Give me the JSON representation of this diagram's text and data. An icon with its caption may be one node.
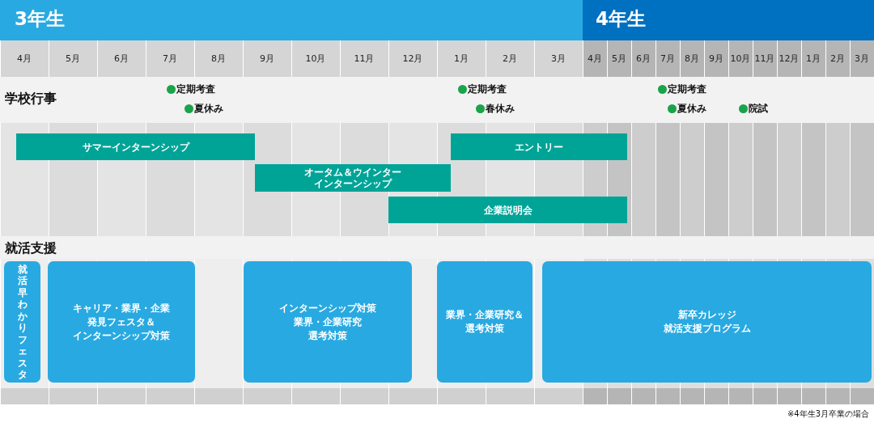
{
  "diagram": {
    "caption": "※4年生3月卒業の場合",
    "nodes": [
      {
        "text": [
          "サマーインターンシップ"
        ]
      },
      {
        "text": [
          "オータム＆ウインターインターンシップ"
        ]
      },
      {
        "text": [
          "エントリー"
        ]
      },
      {
        "text": [
          "企業説明会"
        ]
      },
      {
        "text": [
          "就活早わかりフェスタ"
        ]
      },
      {
        "text": [
          "キャリア・業界・企業発見フェスタ＆インターンシップ対策"
        ]
      },
      {
        "text": [
          "インターンシップ対策業界・企業研究選考対策"
        ]
      },
      {
        "text": [
          "業界・企業研究＆選考対策"
        ]
      },
      {
        "text": [
          "新卒カレッジ就活支援プログラム"
        ]
      }
    ],
    "edges": [],
    "labels": [
      "3年生",
      "4年生",
      "4月",
      "5月",
      "6月",
      "7月",
      "8月",
      "9月",
      "10月",
      "11月",
      "12月",
      "1月",
      "2月",
      "3月",
      "4月",
      "5月",
      "6月",
      "7月",
      "8月",
      "9月",
      "10月",
      "11月",
      "12月",
      "1月",
      "2月",
      "3月",
      "学校行事",
      "定期考査",
      "定期考査",
      "定期考査",
      "夏休み",
      "春休み",
      "夏休み",
      "院試",
      "就活支援"
    ]
  }
}
